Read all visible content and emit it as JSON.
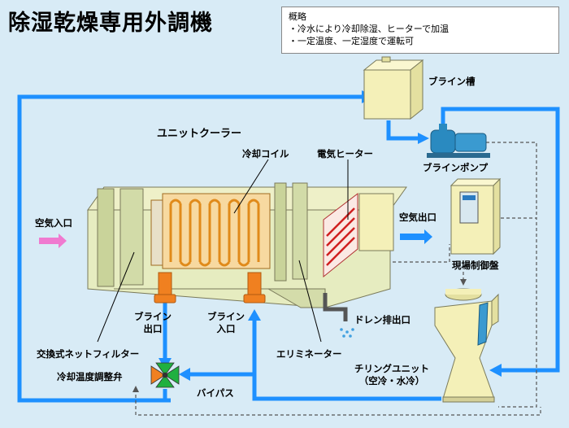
{
  "title": "除湿乾燥専用外調機",
  "overview": {
    "heading": "概略",
    "lines": [
      "・冷水により冷却除湿、ヒーターで加温",
      "・一定温度、一定湿度で運転可"
    ]
  },
  "labels": {
    "brine_tank": "ブライン槽",
    "unit_cooler": "ユニットクーラー",
    "cooling_coil": "冷却コイル",
    "electric_heater": "電気ヒーター",
    "brine_pump": "ブラインポンプ",
    "air_inlet": "空気入口",
    "air_outlet": "空気出口",
    "control_panel": "現場制御盤",
    "brine_outlet": [
      "ブライン",
      "出口"
    ],
    "brine_inlet": [
      "ブライン",
      "入口"
    ],
    "drain": "ドレン排出口",
    "filter": "交換式ネットフィルター",
    "eliminator": "エリミネーター",
    "valve": "冷却温度調整弁",
    "bypass": "バイパス",
    "chiller": [
      "チリングユニット",
      "（空冷・水冷）"
    ]
  },
  "colors": {
    "pipe": "#1e90ff",
    "tank": "#f4f0b8",
    "panel": "#f4f0b8",
    "coil": "#f0a030",
    "valve_a": "#f08020",
    "valve_b": "#20b040"
  }
}
